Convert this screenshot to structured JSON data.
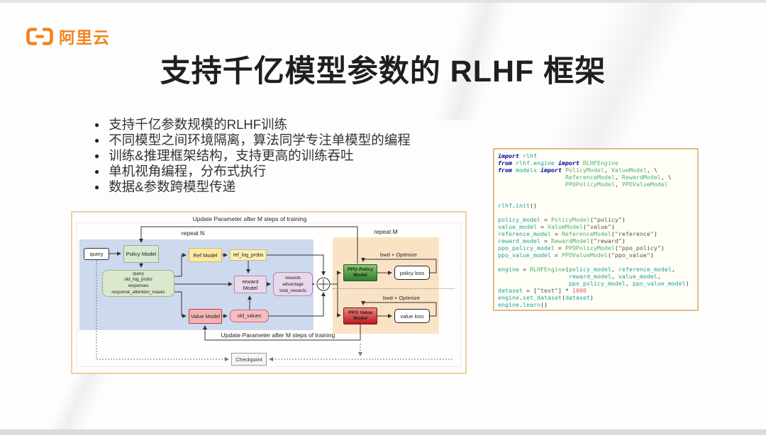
{
  "brand": {
    "name": "阿里云"
  },
  "slide": {
    "title": "支持千亿模型参数的 RLHF 框架"
  },
  "bullets": [
    "支持千亿参数规模的RLHF训练",
    "不同模型之间环境隔离，算法同学专注单模型的编程",
    "训练&推理框架结构，支持更高的训练吞吐",
    "单机视角编程，分布式执行",
    "数据&参数跨模型传递"
  ],
  "diagram": {
    "top_note": "Update Parameter after M steps of training",
    "bottom_note": "Update Parameter after M steps of training",
    "repeat_n": "repeat N",
    "repeat_m": "repeat M",
    "bwd_optimize_top": "bwd + Optimize",
    "bwd_optimize_bottom": "bwd + Optimize",
    "query": "query",
    "policy_model": "Policy Model",
    "rollout_lines": [
      "query",
      "old_log_probs",
      "responses",
      "response_attention_masks"
    ],
    "ref_model": "Ref Model",
    "ref_log_probs": "ref_log_probs",
    "reward_model": "reward Model",
    "rewards_lines": [
      "rewards",
      "advantage",
      "total_rewards"
    ],
    "value_model": "Value Model",
    "old_values": "old_values",
    "ppo_policy_lines": [
      "PPO Policy",
      "Model"
    ],
    "ppo_value_lines": [
      "PPO Value",
      "Model"
    ],
    "policy_loss": "policy loss",
    "value_loss": "value loss",
    "checkpoint": "Checkpoint"
  },
  "code": {
    "lines": [
      [
        [
          "kw",
          "import"
        ],
        [
          "pl",
          " "
        ],
        [
          "nm",
          "rlhf"
        ]
      ],
      [
        [
          "kw",
          "from"
        ],
        [
          "pl",
          " "
        ],
        [
          "nm",
          "rlhf.engine"
        ],
        [
          "pl",
          " "
        ],
        [
          "kw",
          "import"
        ],
        [
          "pl",
          " "
        ],
        [
          "cl",
          "RLHFEngine"
        ]
      ],
      [
        [
          "kw",
          "from"
        ],
        [
          "pl",
          " "
        ],
        [
          "nm",
          "models"
        ],
        [
          "pl",
          " "
        ],
        [
          "kw",
          "import"
        ],
        [
          "pl",
          " "
        ],
        [
          "cl",
          "PolicyModel"
        ],
        [
          "pl",
          ", "
        ],
        [
          "cl",
          "ValueModel"
        ],
        [
          "pl",
          ", \\"
        ]
      ],
      [
        [
          "pl",
          "                   "
        ],
        [
          "cl",
          "ReferenceModel"
        ],
        [
          "pl",
          ", "
        ],
        [
          "cl",
          "RewardModel"
        ],
        [
          "pl",
          ", \\"
        ]
      ],
      [
        [
          "pl",
          "                   "
        ],
        [
          "cl",
          "PPOPolicyModel"
        ],
        [
          "pl",
          ", "
        ],
        [
          "cl",
          "PPOValueModel"
        ]
      ],
      [],
      [],
      [
        [
          "nm",
          "rlhf"
        ],
        [
          "pl",
          "."
        ],
        [
          "nm",
          "init"
        ],
        [
          "pl",
          "()"
        ]
      ],
      [],
      [
        [
          "nm",
          "policy_model"
        ],
        [
          "pl",
          " = "
        ],
        [
          "cl",
          "PolicyModel"
        ],
        [
          "pl",
          "("
        ],
        [
          "st",
          "\"policy\""
        ],
        [
          "pl",
          ")"
        ]
      ],
      [
        [
          "nm",
          "value_model"
        ],
        [
          "pl",
          " = "
        ],
        [
          "cl",
          "ValueModel"
        ],
        [
          "pl",
          "("
        ],
        [
          "st",
          "\"value\""
        ],
        [
          "pl",
          ")"
        ]
      ],
      [
        [
          "nm",
          "reference_model"
        ],
        [
          "pl",
          " = "
        ],
        [
          "cl",
          "ReferenceModel"
        ],
        [
          "pl",
          "("
        ],
        [
          "st",
          "\"reference\""
        ],
        [
          "pl",
          ")"
        ]
      ],
      [
        [
          "nm",
          "reward_model"
        ],
        [
          "pl",
          " = "
        ],
        [
          "cl",
          "RewardModel"
        ],
        [
          "pl",
          "("
        ],
        [
          "st",
          "\"reward\""
        ],
        [
          "pl",
          ")"
        ]
      ],
      [
        [
          "nm",
          "ppo_policy_model"
        ],
        [
          "pl",
          " = "
        ],
        [
          "cl",
          "PPOPolicyModel"
        ],
        [
          "pl",
          "("
        ],
        [
          "st",
          "\"ppo_policy\""
        ],
        [
          "pl",
          ")"
        ]
      ],
      [
        [
          "nm",
          "ppo_value_model"
        ],
        [
          "pl",
          " = "
        ],
        [
          "cl",
          "PPOValueModel"
        ],
        [
          "pl",
          "("
        ],
        [
          "st",
          "\"ppo_value\""
        ],
        [
          "pl",
          ")"
        ]
      ],
      [],
      [
        [
          "nm",
          "engine"
        ],
        [
          "pl",
          " = "
        ],
        [
          "cl",
          "RLHFEngine"
        ],
        [
          "pl",
          "("
        ],
        [
          "nm",
          "policy_model"
        ],
        [
          "pl",
          ", "
        ],
        [
          "nm",
          "reference_model"
        ],
        [
          "pl",
          ","
        ]
      ],
      [
        [
          "pl",
          "                    "
        ],
        [
          "nm",
          "reward_model"
        ],
        [
          "pl",
          ", "
        ],
        [
          "nm",
          "value_model"
        ],
        [
          "pl",
          ","
        ]
      ],
      [
        [
          "pl",
          "                    "
        ],
        [
          "nm",
          "ppo_policy_model"
        ],
        [
          "pl",
          ", "
        ],
        [
          "nm",
          "ppo_value_model"
        ],
        [
          "pl",
          ")"
        ]
      ],
      [
        [
          "nm",
          "dataset"
        ],
        [
          "pl",
          " = ["
        ],
        [
          "st",
          "\"test\""
        ],
        [
          "pl",
          "] * "
        ],
        [
          "nu",
          "1000"
        ]
      ],
      [
        [
          "nm",
          "engine"
        ],
        [
          "pl",
          "."
        ],
        [
          "nm",
          "set_dataset"
        ],
        [
          "pl",
          "("
        ],
        [
          "nm",
          "dataset"
        ],
        [
          "pl",
          ")"
        ]
      ],
      [
        [
          "nm",
          "engine"
        ],
        [
          "pl",
          "."
        ],
        [
          "nm",
          "learn"
        ],
        [
          "pl",
          "()"
        ]
      ]
    ]
  },
  "colors": {
    "brand_orange": "#F0851C",
    "region_blue": "#CDD9EE",
    "region_orange": "#FAE3C5",
    "code_panel_border": "#E2BB85",
    "diagram_border": "#ECD0A2"
  }
}
